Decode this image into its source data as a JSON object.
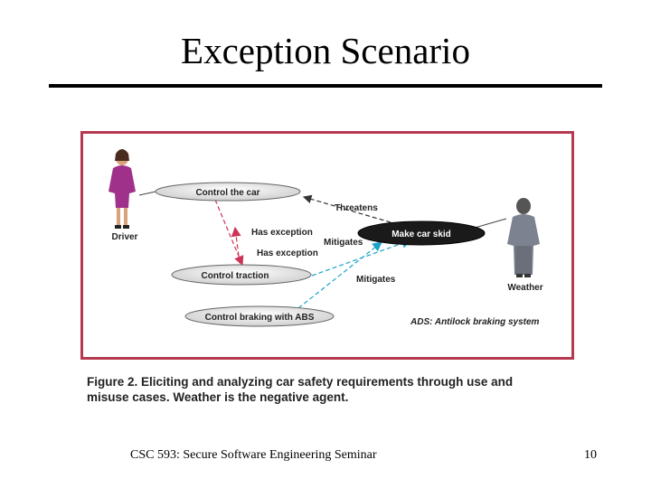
{
  "slide": {
    "title": "Exception Scenario",
    "footer": "CSC 593: Secure Software Engineering Seminar",
    "page_number": "10"
  },
  "figure": {
    "frame_color": "#b63a4f",
    "actors": {
      "driver": {
        "label": "Driver",
        "icon": "woman-actor-icon"
      },
      "weather": {
        "label": "Weather",
        "icon": "man-actor-icon"
      }
    },
    "use_cases": {
      "control_car": "Control the car",
      "control_traction": "Control traction",
      "control_braking": "Control braking with ABS"
    },
    "misuse_case": "Make car skid",
    "relations": {
      "threatens": "Threatens",
      "has_exception_1": "Has exception",
      "has_exception_2": "Has exception",
      "mitigates_1": "Mitigates",
      "mitigates_2": "Mitigates"
    },
    "note": "ADS: Antilock braking system",
    "colors": {
      "threat_arrow": "#333333",
      "exception_arrow": "#cc3355",
      "mitigate_arrow": "#1aa3c8"
    },
    "caption_line1": "Figure 2. Eliciting and analyzing car safety requirements through use and",
    "caption_line2": "misuse cases. Weather is the negative agent."
  }
}
